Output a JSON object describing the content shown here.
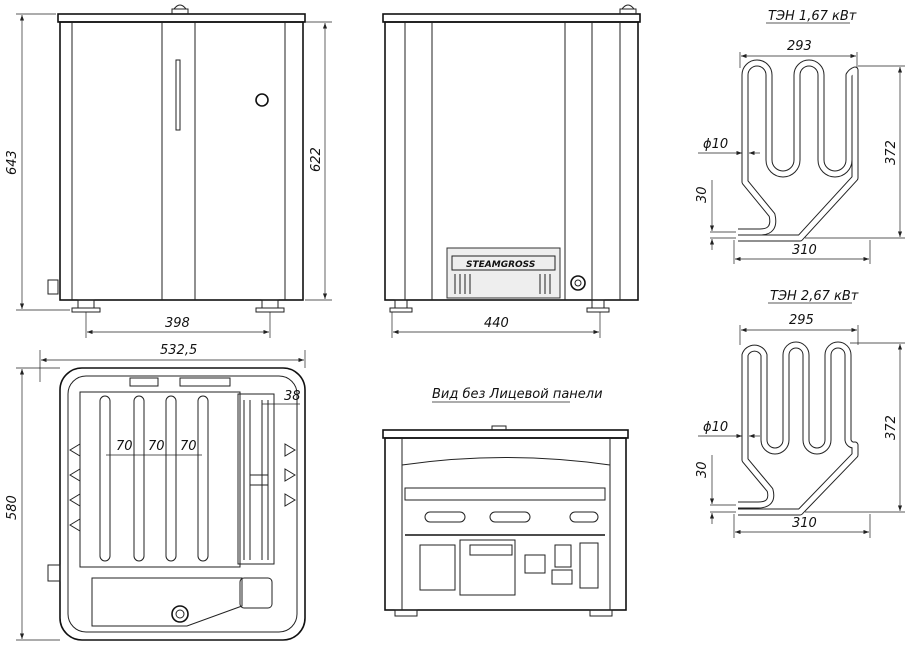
{
  "front_view": {
    "height_total": "643",
    "height_body": "622",
    "width": "398"
  },
  "side_view": {
    "width": "440",
    "brand": "STEAMGROSS"
  },
  "heater_1": {
    "title": "ТЭН 1,67 кВт",
    "top_width": "293",
    "diameter": "ϕ10",
    "height": "372",
    "lead_spacing": "30",
    "bottom_width": "310"
  },
  "heater_2": {
    "title": "ТЭН 2,67 кВт",
    "top_width": "295",
    "diameter": "ϕ10",
    "height": "372",
    "lead_spacing": "30",
    "bottom_width": "310"
  },
  "top_view": {
    "width": "532,5",
    "depth": "580",
    "spacing_1": "70",
    "spacing_2": "70",
    "spacing_3": "70",
    "offset": "38"
  },
  "open_view": {
    "title": "Вид без Лицевой панели"
  }
}
